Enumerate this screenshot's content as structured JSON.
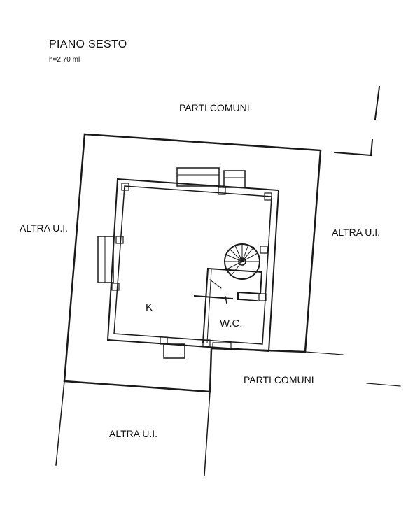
{
  "plan": {
    "floor_title": "PIANO SESTO",
    "ceiling_height": "h=2,70 ml"
  },
  "areas": {
    "common_top": "PARTI COMUNI",
    "common_right": "PARTI COMUNI",
    "other_unit_left": "ALTRA U.I.",
    "other_unit_right": "ALTRA U.I.",
    "other_unit_bottom": "ALTRA U.I."
  },
  "rooms": {
    "kitchen": "K",
    "wc": "W.C."
  }
}
